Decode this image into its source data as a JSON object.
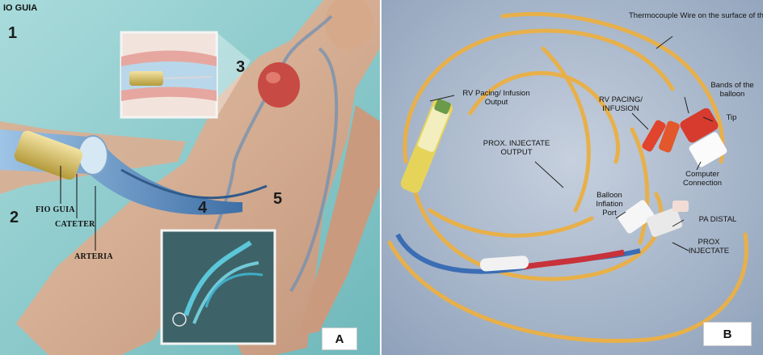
{
  "panel_a": {
    "header": "IO GUIA",
    "numbers": [
      "1",
      "2",
      "3",
      "4",
      "5"
    ],
    "labels": {
      "guidewire": "FIO GUIA",
      "catheter": "CATETER",
      "artery": "ARTERIA"
    },
    "panel_letter": "A"
  },
  "panel_b": {
    "labels": {
      "thermocouple": "Thermocouple Wire on the surface of the catheter",
      "rv_pacing_output": "RV Pacing/ Infusion Output",
      "rv_pacing_infusion": "RV PACING/ INFUSION",
      "bands": "Bands of the balloon",
      "tip": "Tip",
      "prox_injectate_output": "PROX. INJECTATE OUTPUT",
      "computer_connection": "Computer Connection",
      "balloon_port": "Balloon Inflation Port",
      "pa_distal": "PA DISTAL",
      "prox_injectate": "PROX INJECTATE"
    },
    "panel_letter": "B"
  },
  "colors": {
    "background_a": "#8fcfd0",
    "background_b": "#9fb2c9",
    "catheter_yellow": "#e8b04a",
    "catheter_blue": "#3b6db4",
    "catheter_red": "#c8323a",
    "heart": "#c84a44"
  }
}
